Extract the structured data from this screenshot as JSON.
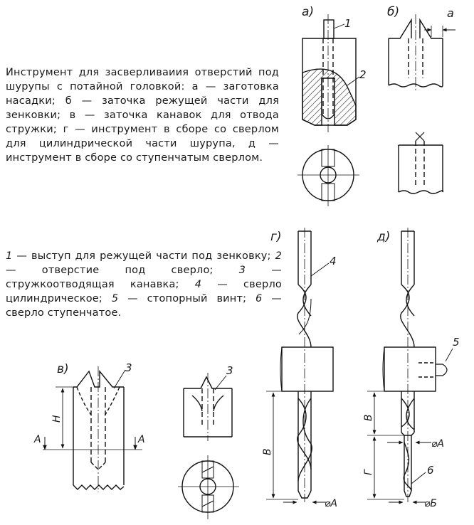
{
  "caption": {
    "main": "Инструмент для засверливаиия отверстий под шурупы с потайной головкой: а — заготовка насадки; б — заточка режущей части для зенковки; в — заточка канавок для отвода стружки; г — инструмент в сборе со сверлом для цилиндрической части шурупа, д — инструмент в сборе со ступенчатым сверлом.",
    "legend": [
      {
        "num": "1",
        "text": " — выступ для режущей части под зенковку; "
      },
      {
        "num": "2",
        "text": " — отверстие под сверло; "
      },
      {
        "num": "3",
        "text": " — стружкоотводящая канавка; "
      },
      {
        "num": "4",
        "text": " — сверло цилиндрическое; "
      },
      {
        "num": "5",
        "text": " — стопорный винт; "
      },
      {
        "num": "6",
        "text": " — сверло ступенчатое."
      }
    ]
  },
  "views": {
    "a": "а)",
    "b": "б)",
    "v": "в)",
    "g": "г)",
    "d": "д)"
  },
  "callouts": {
    "c1": "1",
    "c2": "2",
    "c3a": "3",
    "c3b": "3",
    "c4": "4",
    "c5": "5",
    "c6": "6"
  },
  "dims": {
    "a_small": "а",
    "H": "Н",
    "A_left": "А",
    "A_right": "А",
    "B_g": "В",
    "B_d": "В",
    "G_d": "Г",
    "diam_A_g": "⌀А",
    "diam_A_d": "⌀А",
    "diam_B_d": "⌀Б"
  }
}
